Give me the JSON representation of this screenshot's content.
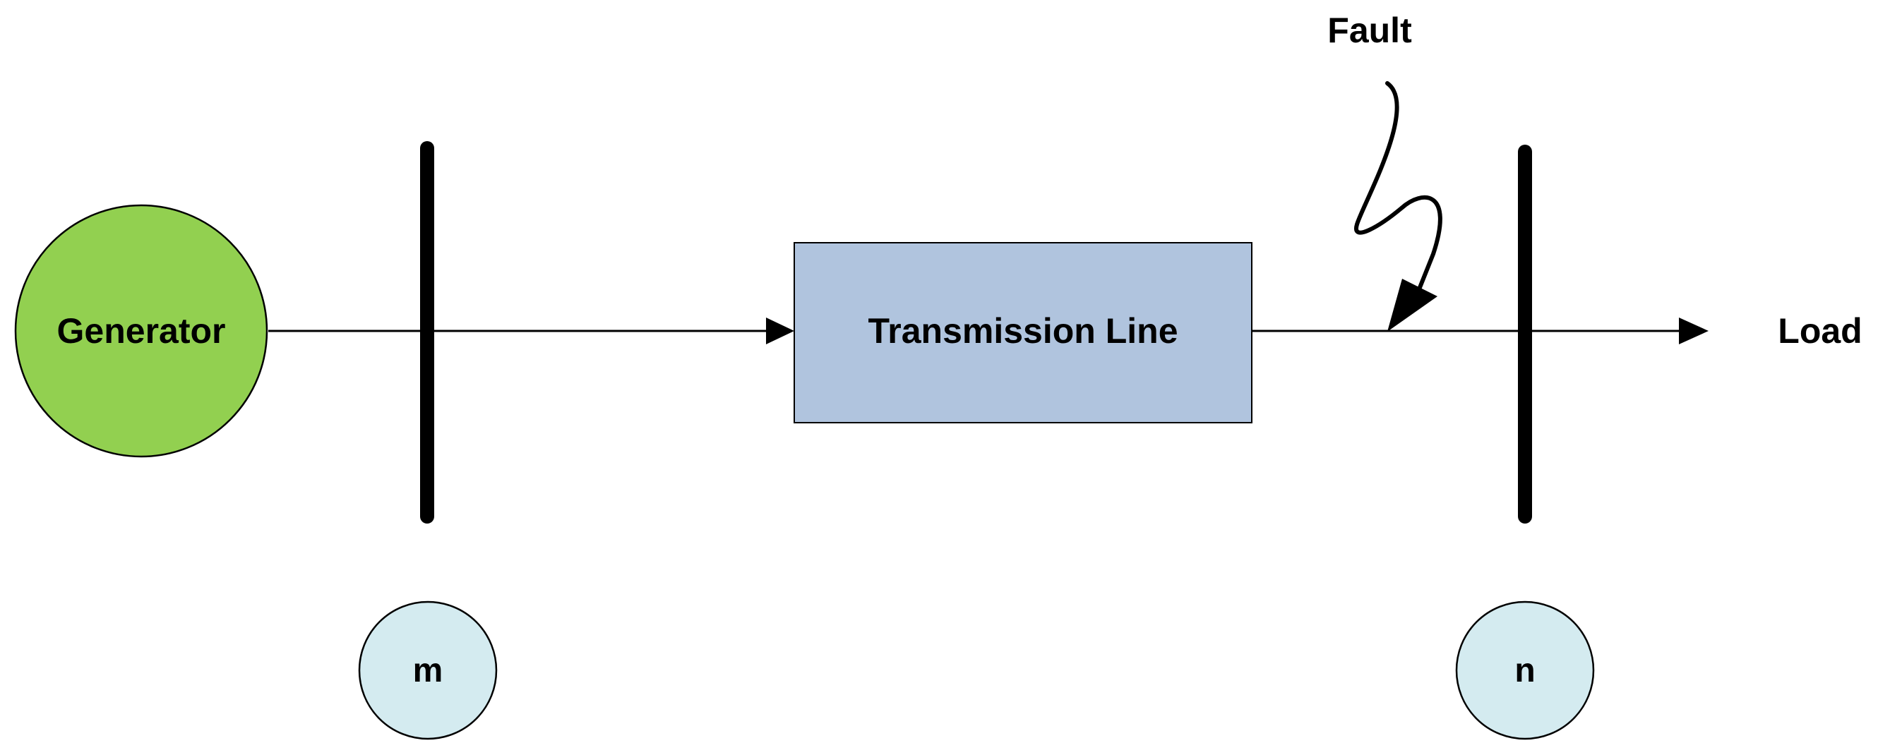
{
  "diagram": {
    "generator": {
      "label": "Generator",
      "fill": "#92d050"
    },
    "transmission_line": {
      "label": "Transmission Line",
      "fill": "#b0c4de"
    },
    "fault": {
      "label": "Fault"
    },
    "load": {
      "label": "Load"
    },
    "bus_m": {
      "label": "m",
      "fill": "#d4ebf0"
    },
    "bus_n": {
      "label": "n",
      "fill": "#d4ebf0"
    }
  }
}
